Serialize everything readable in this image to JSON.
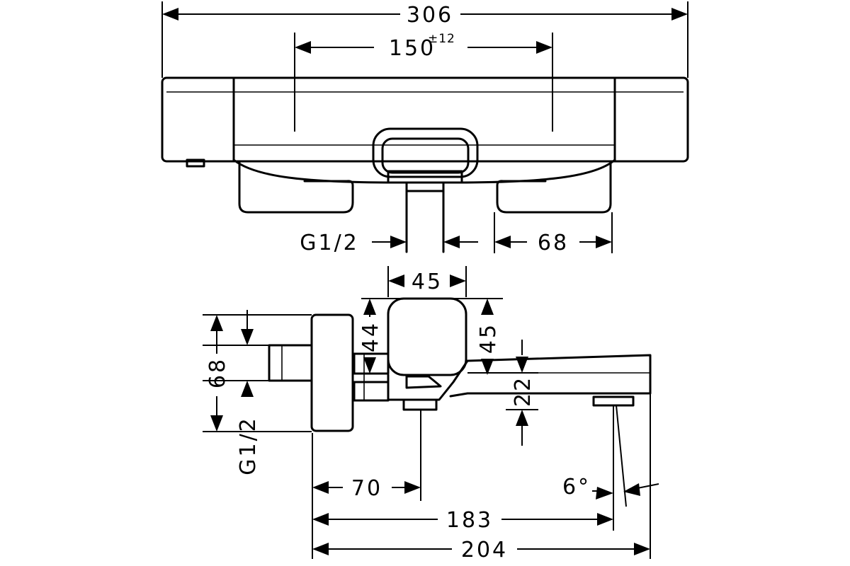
{
  "dimensions": {
    "overall_width": "306",
    "center_distance": "150",
    "center_distance_tolerance": "±12",
    "inlet_thread_top": "G1/2",
    "inlet_spacing": "68",
    "spout_width": "45",
    "handle_height": "44",
    "handle_height_right": "45",
    "outlet_offset": "22",
    "total_height": "68",
    "inlet_thread_side": "G1/2",
    "inlet_depth": "70",
    "spout_reach": "183",
    "overall_depth": "204",
    "spout_angle": "6°"
  }
}
